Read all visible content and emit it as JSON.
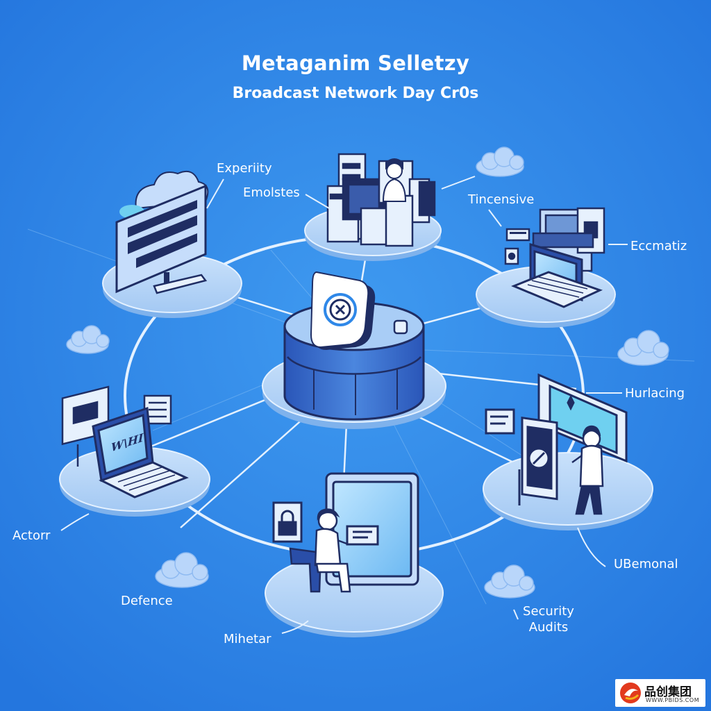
{
  "header": {
    "title": "Metaganim Selletzy",
    "subtitle": "Broadcast Network Day Cr0s"
  },
  "labels": {
    "experiity": "Experiity",
    "emolstes": "Emolstes",
    "tincensive": "Tincensive",
    "eccmatiz": "Eccmatiz",
    "hurlacing": "Hurlacing",
    "ubemonal": "UBemonal",
    "security_audits": [
      "Security",
      "Audits"
    ],
    "mihetar": "Mihetar",
    "defence": "Defence",
    "actorr": "Actorr"
  },
  "screens": {
    "laptop_left_text": "W\\HI"
  },
  "logo": {
    "brand_text": "品创集团",
    "url_text": "WWW.PBIDS.COM"
  },
  "colors": {
    "background": "#2f88e8",
    "platform": "#a9cdf6",
    "platform_edge": "#7fb2ec",
    "device_dark": "#1f2d63",
    "accent": "#4a86d8"
  },
  "icons": [
    "shield-icon",
    "lock-icon",
    "cloud-icon",
    "laptop-icon",
    "monitor-icon",
    "server-icon",
    "person-icon"
  ]
}
